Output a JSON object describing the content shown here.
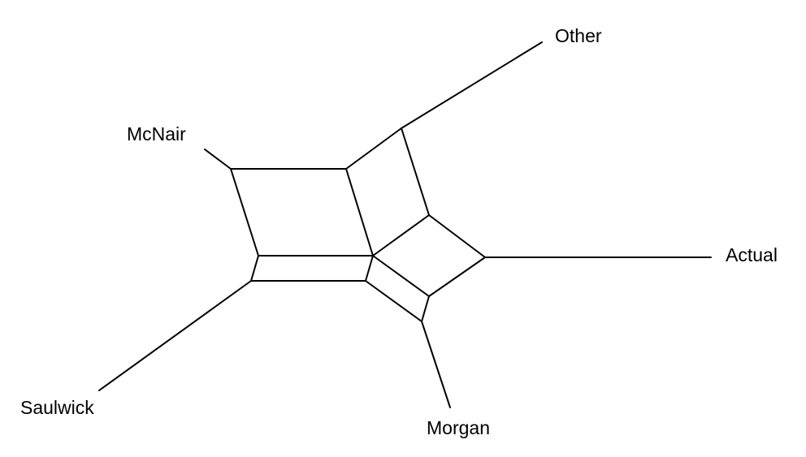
{
  "taxa": {
    "other": "Other",
    "mcnair": "McNair",
    "actual": "Actual",
    "saulwick": "Saulwick",
    "morgan": "Morgan"
  },
  "colors": {
    "line": "#000000",
    "text": "#000000",
    "background": "#ffffff"
  }
}
